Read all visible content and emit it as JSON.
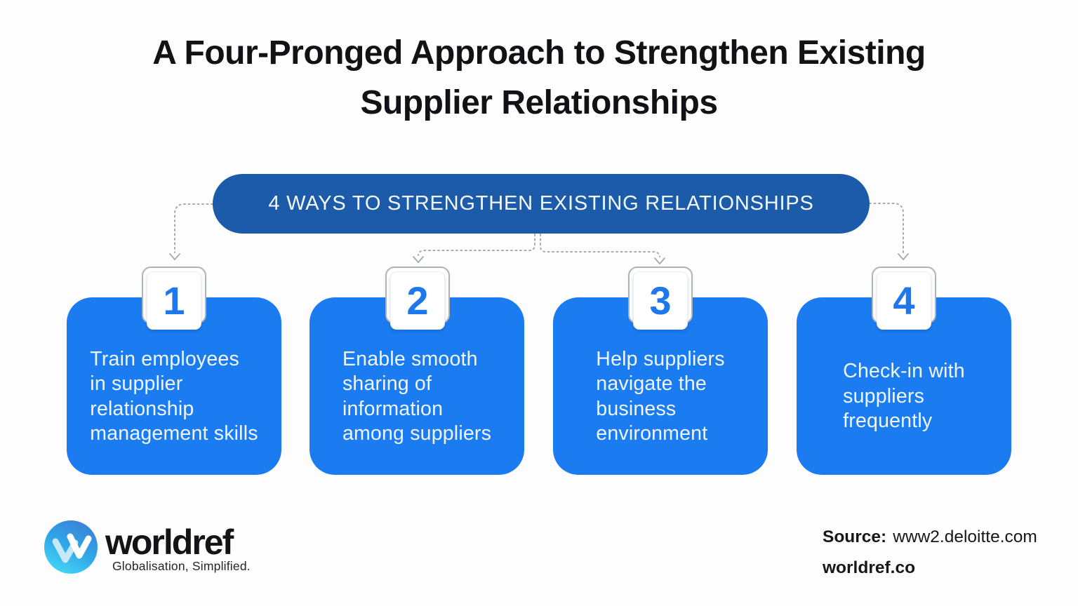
{
  "title": {
    "text": "A Four-Pronged Approach to Strengthen Existing\nSupplier Relationships"
  },
  "banner": {
    "label": "4 WAYS TO STRENGTHEN EXISTING RELATIONSHIPS"
  },
  "steps": [
    {
      "number": "1",
      "text": "Train employees\nin supplier\nrelationship\nmanagement skills"
    },
    {
      "number": "2",
      "text": "Enable smooth\nsharing of\ninformation\namong suppliers"
    },
    {
      "number": "3",
      "text": "Help suppliers\nnavigate the\nbusiness\nenvironment"
    },
    {
      "number": "4",
      "text": "Check-in with\nsuppliers\nfrequently"
    }
  ],
  "footer": {
    "brand": "worldref",
    "tagline": "Globalisation, Simplified.",
    "source_label": "Source:",
    "source_value": "www2.deloitte.com",
    "website": "worldref.co"
  },
  "colors": {
    "banner_blue": "#1B5BA9",
    "card_blue": "#1B7CF2",
    "number_blue": "#1E78EC",
    "connector_gray": "#A5A9B0",
    "card_text_white": "#F0F6FD",
    "title_black": "#111116",
    "logo_gradient_top": "#3D7FD6",
    "logo_gradient_bottom": "#44D8F6"
  }
}
